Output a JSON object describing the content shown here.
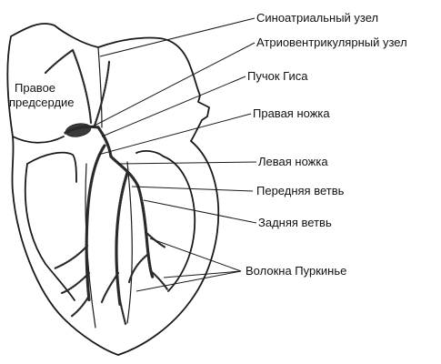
{
  "labels": {
    "sinoatrial_node": "Синоатриальный узел",
    "av_node": "Атриовентрикулярный узел",
    "his_bundle": "Пучок Гиса",
    "right_bundle": "Правая ножка",
    "left_bundle": "Левая ножка",
    "anterior_branch": "Передняя ветвь",
    "posterior_branch": "Задняя ветвь",
    "purkinje_fibers": "Волокна Пуркинье",
    "right_atrium_line1": "Правое",
    "right_atrium_line2": "предсердие"
  },
  "colors": {
    "ink": "#1a1a1a",
    "background": "#ffffff"
  }
}
